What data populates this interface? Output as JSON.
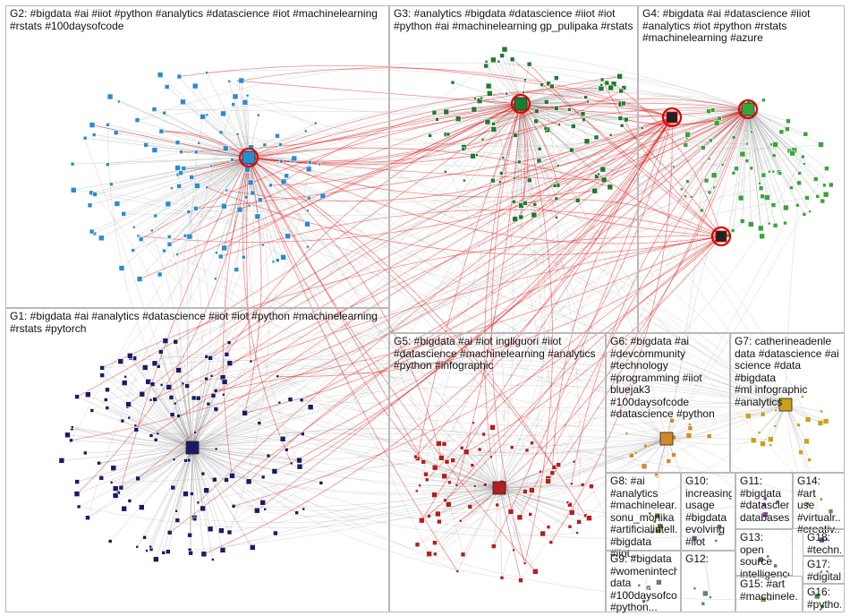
{
  "graph": {
    "groups": [
      {
        "id": "G1",
        "label": "G1: #bigdata #ai #analytics #datascience #iiot #iot #python #machinelearning\n#rstats #pytorch",
        "color": "#1a1a66"
      },
      {
        "id": "G2",
        "label": "G2: #bigdata #ai #iiot #python #analytics #datascience #iot #machinelearning\n#rstats #100daysofcode",
        "color": "#2a8ccf"
      },
      {
        "id": "G3",
        "label": "G3: #analytics #bigdata #datascience #iiot #iot\n#python #ai #machinelearning gp_pulipaka #rstats",
        "color": "#1e7a2e"
      },
      {
        "id": "G4",
        "label": "G4: #bigdata #ai #datascience #iiot\n#analytics #iot #python #rstats\n#machinelearning #azure",
        "color": "#3aa33a"
      },
      {
        "id": "G5",
        "label": "G5: #bigdata #ai #iot ingliguori #iiot\n#datascience #machinelearning #analytics\n#python #infographic",
        "color": "#b31e1e"
      },
      {
        "id": "G6",
        "label": "G6: #bigdata #ai\n#devcommunity\n#technology\n#programming #iiot\nbluejak3 #100daysofcode\n#datascience #python",
        "color": "#d08a2a"
      },
      {
        "id": "G7",
        "label": "G7: catherineadenle\ndata #datascience #ai\nscience #data #bigdata\n#ml infographic\n#analytics",
        "color": "#c9a21a"
      },
      {
        "id": "G8",
        "label": "G8: #ai\n#analytics\n#machinelear...\nsonu_monika\n#artificialintell...\n#bigdata #iiot...",
        "color": "#556b2f"
      },
      {
        "id": "G9",
        "label": "G9: #bigdata\n#womenintech\ndata\n#100daysofco...\n#python...",
        "color": "#777777"
      },
      {
        "id": "G10",
        "label": "G10:\nincreasing\nusage\n#bigdata\nevolving\n#iiot",
        "color": "#666699"
      },
      {
        "id": "G11",
        "label": "G11:\n#bigdata\n#datascien...\ndatabases...",
        "color": "#7a4aa3"
      },
      {
        "id": "G12",
        "label": "G12:",
        "color": "#5f7f8f"
      },
      {
        "id": "G13",
        "label": "G13: open\nsource\nintelligence",
        "color": "#6a6a6a"
      },
      {
        "id": "G14",
        "label": "G14: #art\nuse\n#virtualr...\n#creativ...",
        "color": "#9a7a3a"
      },
      {
        "id": "G15",
        "label": "G15: #art\n#machinele...",
        "color": "#8a8a5a"
      },
      {
        "id": "G16",
        "label": "G16:\n#pytho...",
        "color": "#4a8a4a"
      },
      {
        "id": "G17",
        "label": "G17:\n#digital...",
        "color": "#7a7a7a"
      },
      {
        "id": "G18",
        "label": "G18:\n#techn...",
        "color": "#5a5a8a"
      }
    ],
    "hubs": [
      "G1",
      "G2",
      "G3",
      "G4",
      "G5"
    ],
    "edge_colors": {
      "inter": "#e00000",
      "intra": "#8c8c8c"
    }
  }
}
